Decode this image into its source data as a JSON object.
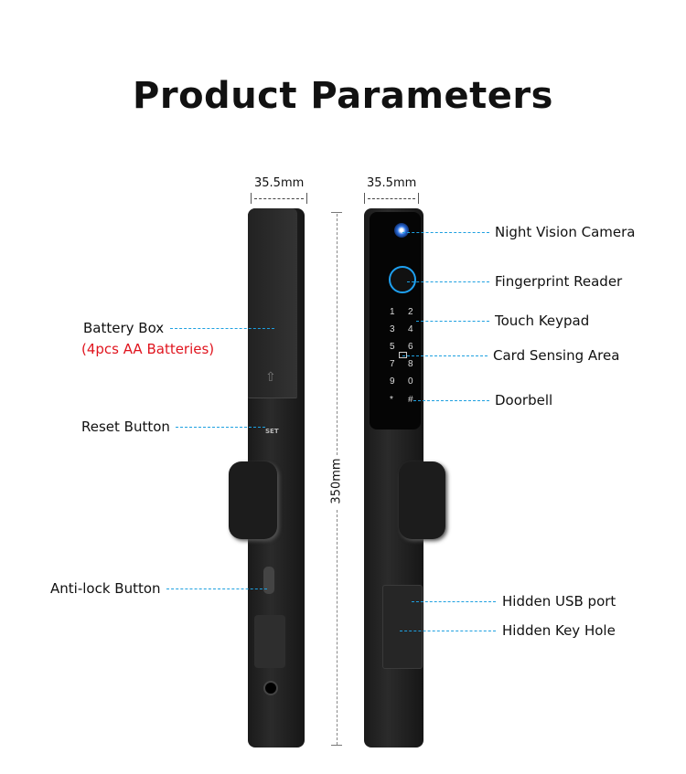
{
  "title": "Product Parameters",
  "dimensions": {
    "width_left": "35.5mm",
    "width_right": "35.5mm",
    "height": "350mm"
  },
  "left_labels": {
    "battery_box": "Battery Box",
    "battery_note": "(4pcs AA Batteries)",
    "reset_button": "Reset Button",
    "anti_lock": "Anti-lock Button"
  },
  "right_labels": {
    "camera": "Night Vision Camera",
    "fingerprint": "Fingerprint Reader",
    "keypad": "Touch Keypad",
    "card": "Card Sensing Area",
    "doorbell": "Doorbell",
    "usb": "Hidden USB port",
    "keyhole": "Hidden Key Hole"
  },
  "keypad_keys": [
    "1",
    "2",
    "3",
    "4",
    "5",
    "6",
    "7",
    "8",
    "9",
    "0",
    "*",
    "#"
  ],
  "set_label": "SET",
  "colors": {
    "accent": "#1ea0e0",
    "note_red": "#e0141e"
  }
}
